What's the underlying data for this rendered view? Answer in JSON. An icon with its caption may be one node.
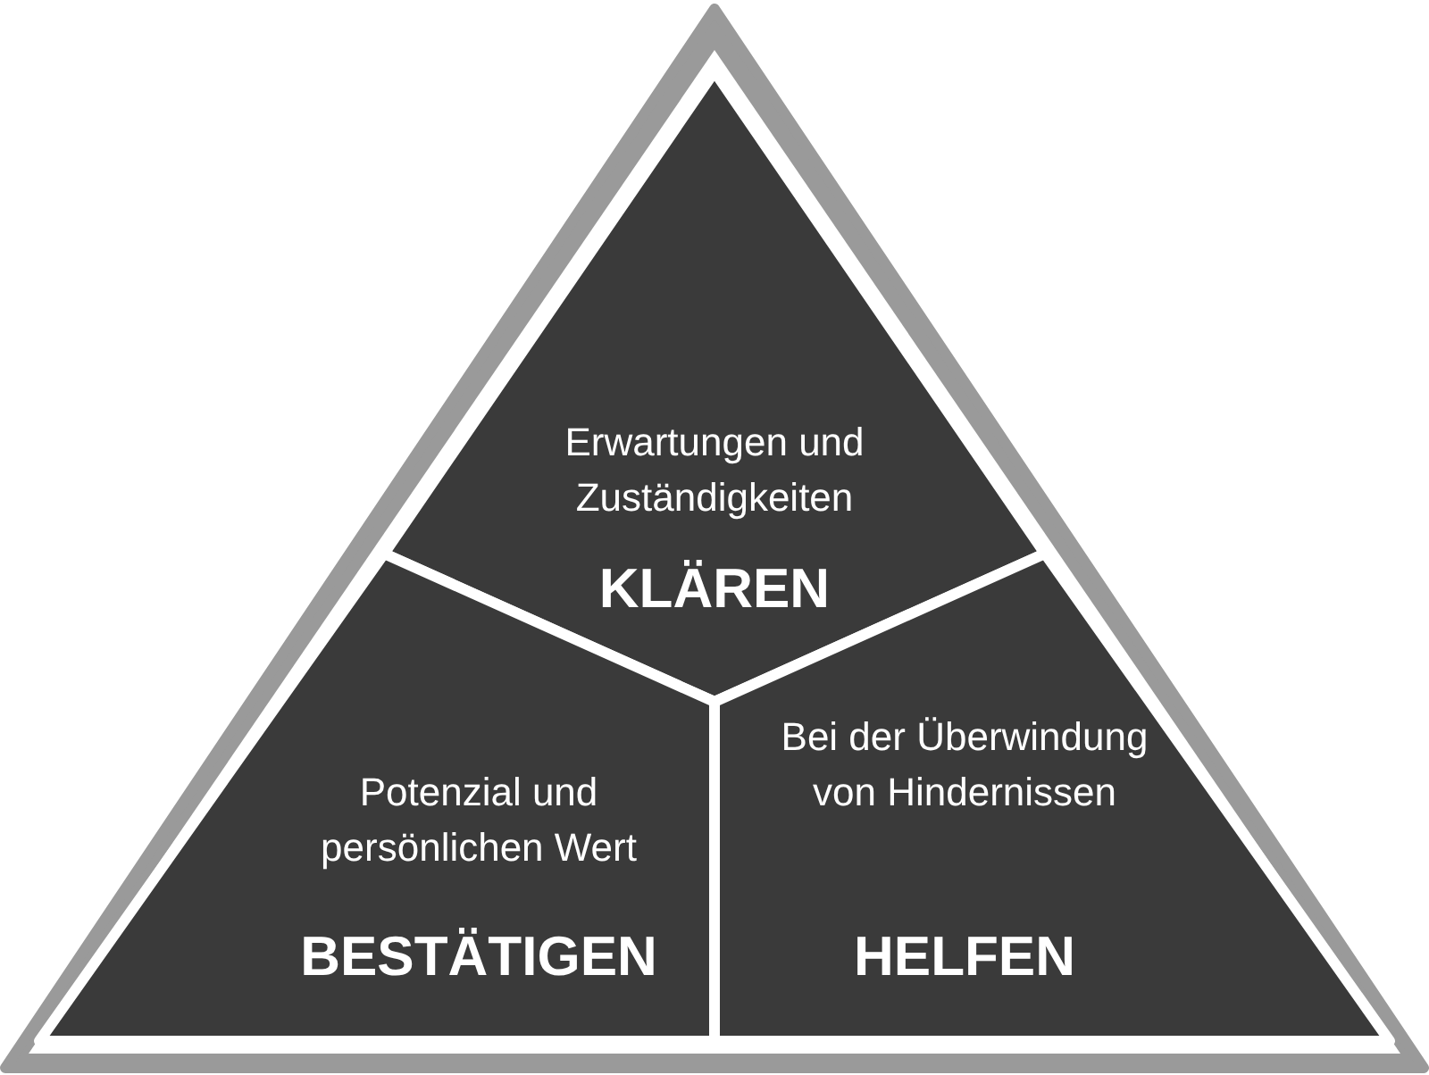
{
  "diagram": {
    "nodes": [
      {
        "text": [],
        "shape": "triangle"
      },
      {
        "text": [
          "Erwartungen und Zuständigkeiten",
          "KLÄREN"
        ],
        "in": 0
      },
      {
        "text": [
          "Potenzial und persönlichen Wert",
          "BESTÄTIGEN"
        ],
        "in": 0
      },
      {
        "text": [
          "Bei der Überwindung von Hindernissen",
          "HELFEN"
        ],
        "in": 0
      }
    ]
  }
}
